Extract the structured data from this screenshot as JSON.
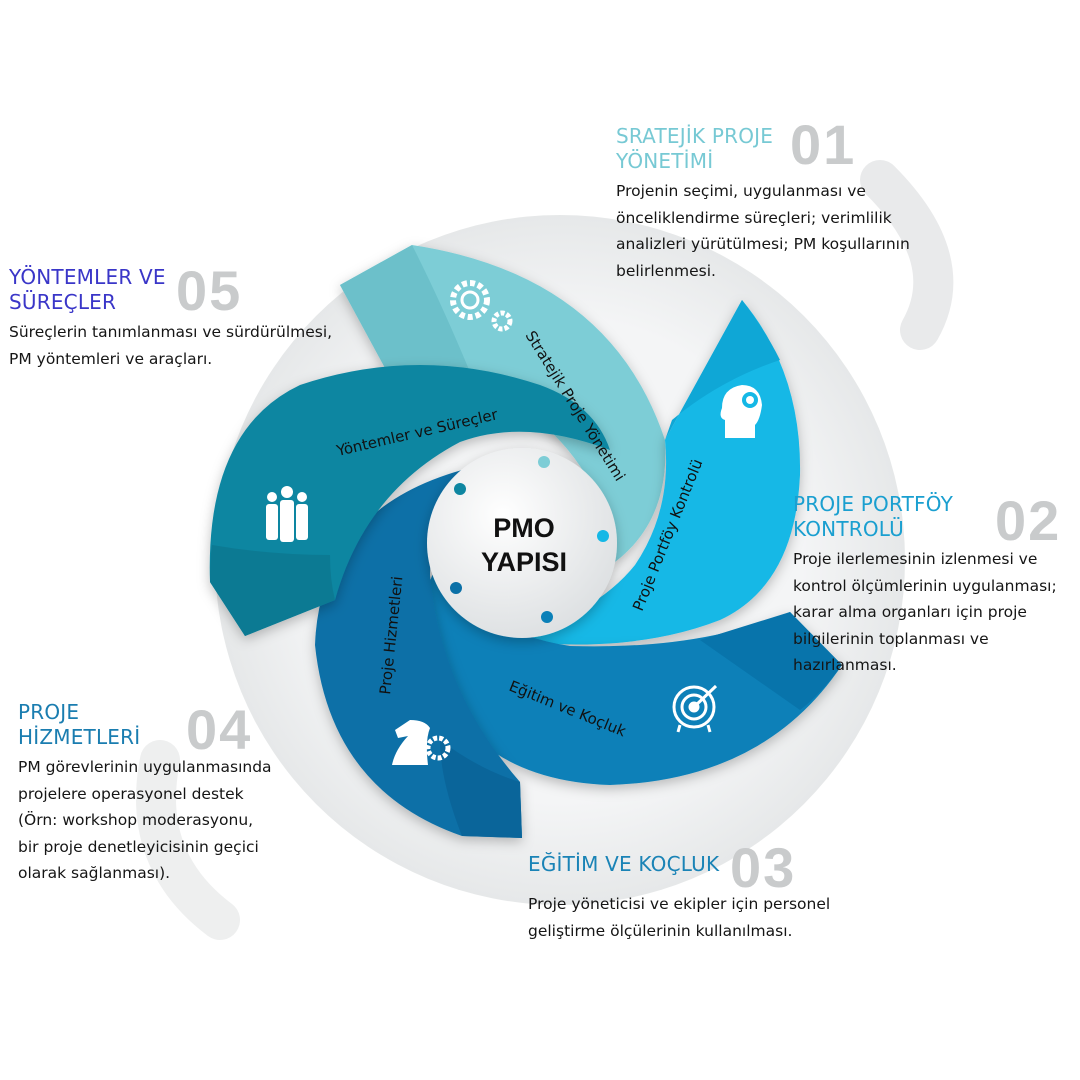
{
  "center": {
    "line1": "PMO",
    "line2": "YAPISI"
  },
  "segments": [
    {
      "number": "01",
      "title_line1": "SRATEJİK PROJE",
      "title_line2": "YÖNETİMİ",
      "label": "Stratejik Proje Yönetimi",
      "icon": "gears-icon",
      "color": "#7dcdd6",
      "description": [
        "Projenin seçimi, uygulanması ve",
        "önceliklendirme süreçleri; verimlilik",
        "analizleri yürütülmesi; PM koşullarının",
        "belirlenmesi."
      ]
    },
    {
      "number": "02",
      "title_line1": "PROJE PORTFÖY",
      "title_line2": "KONTROLÜ",
      "label": "Proje Portföy Kontrolü",
      "icon": "head-gear-icon",
      "color": "#15b8e6",
      "description": [
        "Proje ilerlemesinin izlenmesi ve",
        "kontrol ölçümlerinin uygulanması;",
        "karar alma organları için proje",
        "bilgilerinin toplanması ve",
        "hazırlanması."
      ]
    },
    {
      "number": "03",
      "title_line1": "EĞİTİM VE KOÇLUK",
      "title_line2": "",
      "label": "Eğitim ve Koçluk",
      "icon": "target-icon",
      "color": "#0a80b8",
      "description": [
        "Proje yöneticisi ve ekipler için personel",
        "geliştirme ölçülerinin kullanılması."
      ]
    },
    {
      "number": "04",
      "title_line1": "PROJE",
      "title_line2": "HİZMETLERİ",
      "label": "Proje Hizmetleri",
      "icon": "chess-knight-gear-icon",
      "color": "#0b70a7",
      "description": [
        "PM görevlerinin uygulanmasında",
        "projelere operasyonel destek",
        "(Örn: workshop moderasyonu,",
        "bir proje denetleyicisinin geçici",
        "olarak sağlanması)."
      ]
    },
    {
      "number": "05",
      "title_line1": "YÖNTEMLER VE",
      "title_line2": "SÜREÇLER",
      "label": "Yöntemler ve Süreçler",
      "icon": "people-group-icon",
      "color": "#0e86a1",
      "description": [
        "Süreçlerin tanımlanması ve sürdürülmesi,",
        "PM yöntemleri ve araçları."
      ]
    }
  ],
  "title_colors": {
    "s1": "#77c9d4",
    "s2": "#1a9fd0",
    "s3": "#1a83b6",
    "s4": "#1a7db0",
    "s5": "#3a36c8"
  }
}
